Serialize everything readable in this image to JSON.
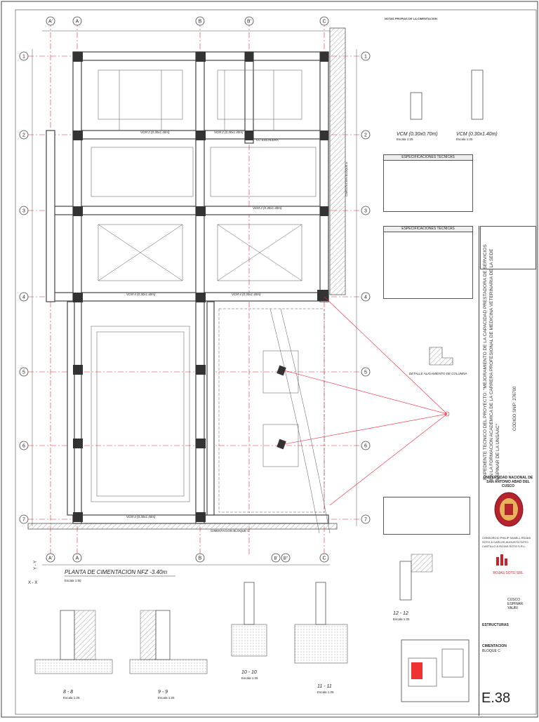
{
  "drawing": {
    "plan_title": "PLANTA DE CIMENTACION NFZ -3.40m",
    "plan_scale": "Escala 1:50",
    "axis_note": "Y - Y",
    "axis_note2": "X - X",
    "grid_letters_top": [
      "A'",
      "A",
      "B",
      "B'",
      "C"
    ],
    "grid_letters_bottom": [
      "A'",
      "A",
      "B",
      "B'",
      "B''",
      "C"
    ],
    "grid_numbers": [
      "1",
      "2",
      "3",
      "4",
      "5",
      "6",
      "7"
    ],
    "beam_labels": [
      "VCM 2 (0.30x1.40m)",
      "VCM 2 (0.30x1.40m)",
      "VCM 2 (0.30x1.40m)",
      "VCM 4 (0.30x1.40m)",
      "VCM 4 (0.30x1.40m)",
      "VCM 4 (0.30x1.40m)"
    ],
    "zone_labels": [
      "CIMENTACION BLOQUE C",
      "CIMENTACION BLOQUE A",
      "CC ESCALERA"
    ],
    "detail_label": "DETALLE ALIGAMIENTO DE COLUMNA",
    "sections": [
      {
        "title": "8 - 8",
        "scale": "Escala 1:25"
      },
      {
        "title": "9 - 9",
        "scale": "Escala 1:25"
      },
      {
        "title": "10 - 10",
        "scale": "Escala 1:25"
      },
      {
        "title": "11 - 11",
        "scale": "Escala 1:25"
      },
      {
        "title": "12 - 12",
        "scale": "Escala 1:25"
      }
    ],
    "vcm_details": [
      {
        "title": "VCM (0.30x0.70m)",
        "scale": "Escala 1:25"
      },
      {
        "title": "VCM (0.30x1.40m)",
        "scale": "Escala 1:25"
      }
    ],
    "notes_title": "NOTAS PROPIAS DE LA CIMENTACION",
    "spec_title_1": "ESPECIFICACIONES TECNICAS",
    "spec_title_2": "ESPECIFICACIONES TECNICAS"
  },
  "title_block": {
    "project_vertical": "EXPEDIENTE TECNICO DEL PROYECTO: \"MEJORAMIENTO DE LA CAPACIDAD PRESTADORA DE SERVICIOS EN LA FORMACION ACADEMICA DE LA CARRERA PROFESIONAL DE MEDICINA VETERINARIA DE LA SEDE ESPINAR DE LA UNSAAC\"",
    "code": "CODIGO SNIP: 276700",
    "university": "UNIVERSIDAD NACIONAL DE SAN ANTONIO ABAD DEL CUSCO",
    "consultor": "CONSORCIO PHILIP SANELL ROJAS SOTO & CARLOS AUGUSTO SOTO CASTILLO & ROJAS SOTO S.R.L.",
    "brand": "ROJAS SOTO SRL",
    "location": "CUSCO ESPINAR YAURI",
    "specialty": "ESTRUCTURAS",
    "plan_name": "CIMENTACION",
    "block": "BLOQUE C",
    "sheet": "E.38"
  },
  "colors": {
    "centerline": "#e23",
    "seal_red": "#b5232e",
    "brand_red": "#c8232c"
  }
}
